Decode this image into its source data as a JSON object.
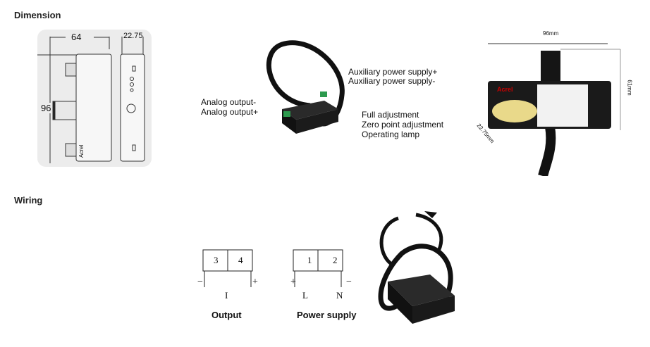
{
  "sections": {
    "dimension": "Dimension",
    "wiring": "Wiring"
  },
  "dimension_drawing": {
    "width": "64",
    "height": "96",
    "depth": "22.75",
    "logo": "Acrel"
  },
  "photo_labels": {
    "aux_plus": "Auxiliary power supply+",
    "aux_minus": "Auxiliary power supply-",
    "analog_minus": "Analog output-",
    "analog_plus": "Analog output+",
    "full_adj": "Full adjustment",
    "zero_adj": "Zero point adjustment",
    "lamp": "Operating lamp"
  },
  "product_photo": {
    "width": "96mm",
    "height": "61mm",
    "depth": "22.75mm",
    "brand": "Acrel"
  },
  "wiring": {
    "output": {
      "terminals": [
        "3",
        "4"
      ],
      "minus": "−",
      "plus": "+",
      "signal": "I",
      "caption": "Output"
    },
    "power": {
      "terminals": [
        "1",
        "2"
      ],
      "plus": "+",
      "minus": "−",
      "l": "L",
      "n": "N",
      "caption": "Power supply"
    }
  }
}
